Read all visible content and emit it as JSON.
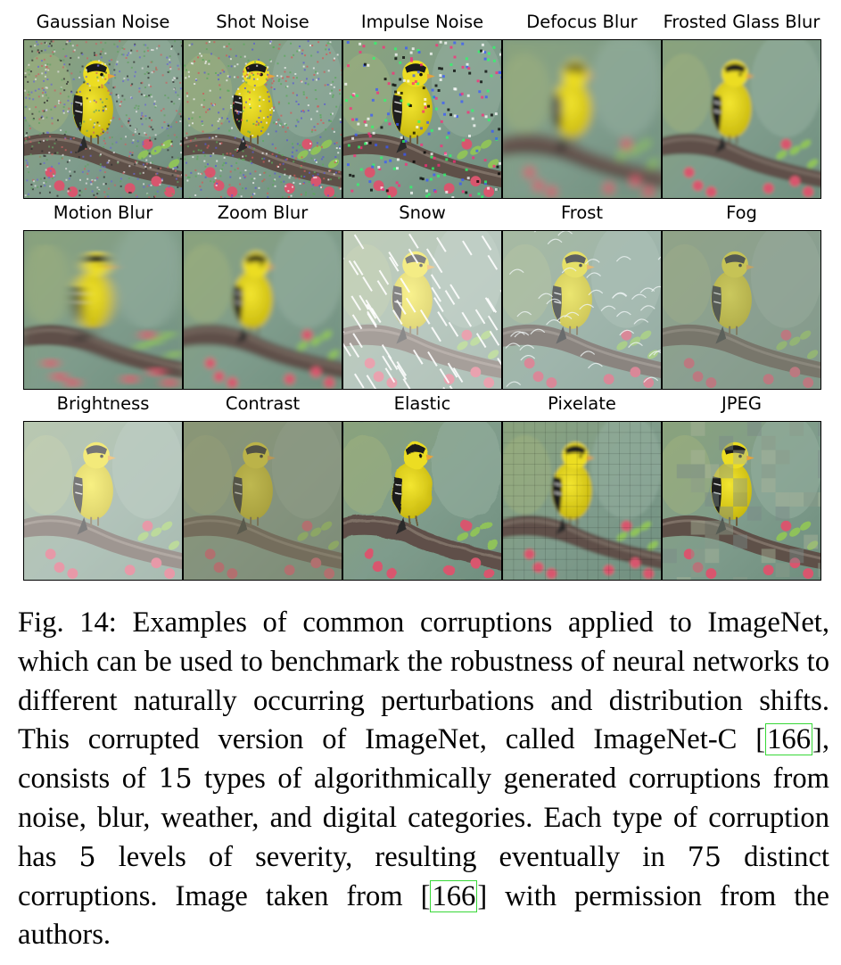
{
  "figure": {
    "rows": [
      {
        "tiles": [
          {
            "label": "Gaussian Noise",
            "effect": "gaussian-noise"
          },
          {
            "label": "Shot Noise",
            "effect": "shot-noise"
          },
          {
            "label": "Impulse Noise",
            "effect": "impulse-noise"
          },
          {
            "label": "Defocus Blur",
            "effect": "defocus-blur"
          },
          {
            "label": "Frosted Glass Blur",
            "effect": "glass-blur"
          }
        ]
      },
      {
        "tiles": [
          {
            "label": "Motion Blur",
            "effect": "motion-blur"
          },
          {
            "label": "Zoom Blur",
            "effect": "zoom-blur"
          },
          {
            "label": "Snow",
            "effect": "snow"
          },
          {
            "label": "Frost",
            "effect": "frost"
          },
          {
            "label": "Fog",
            "effect": "fog"
          }
        ]
      },
      {
        "tiles": [
          {
            "label": "Brightness",
            "effect": "brightness"
          },
          {
            "label": "Contrast",
            "effect": "contrast"
          },
          {
            "label": "Elastic",
            "effect": "elastic"
          },
          {
            "label": "Pixelate",
            "effect": "pixelate"
          },
          {
            "label": "JPEG",
            "effect": "jpeg"
          }
        ]
      }
    ]
  },
  "caption": {
    "prefix": "Fig. 14: Examples of common corruptions applied to ImageNet, which can be used to benchmark the robustness of neural networks to different naturally occurring perturbations and distribution shifts. This corrupted version of ImageNet, called ImageNet-C [",
    "cite1": "166",
    "part2": "], consists of ",
    "num1": "15",
    "part3": " types of algorithmically generated corruptions from noise, blur, weather, and digital categories. Each type of corruption has ",
    "num2": "5",
    "part4": " levels of severity, resulting eventually in ",
    "num3": "75",
    "part5": " distinct corruptions. Image taken from [",
    "cite2": "166",
    "suffix": "] with permission from the authors."
  },
  "colors": {
    "bird_yellow": "#e8d81a",
    "branch": "#5e5048",
    "background_green": "#7d9a83",
    "citation_box": "#38d838"
  }
}
